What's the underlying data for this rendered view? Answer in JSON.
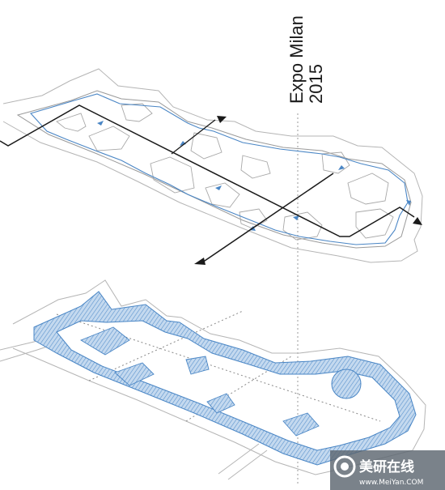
{
  "title": {
    "line1": "Expo Milan",
    "line2": "2015"
  },
  "watermark": {
    "text": "美研在线",
    "url": "www.MeiYan.COM"
  },
  "colors": {
    "outline": "#b5b5b5",
    "route": "#4a86c5",
    "axis": "#1a1a1a",
    "fill": "#c4d9ef",
    "fill_stroke": "#4a86c5"
  }
}
